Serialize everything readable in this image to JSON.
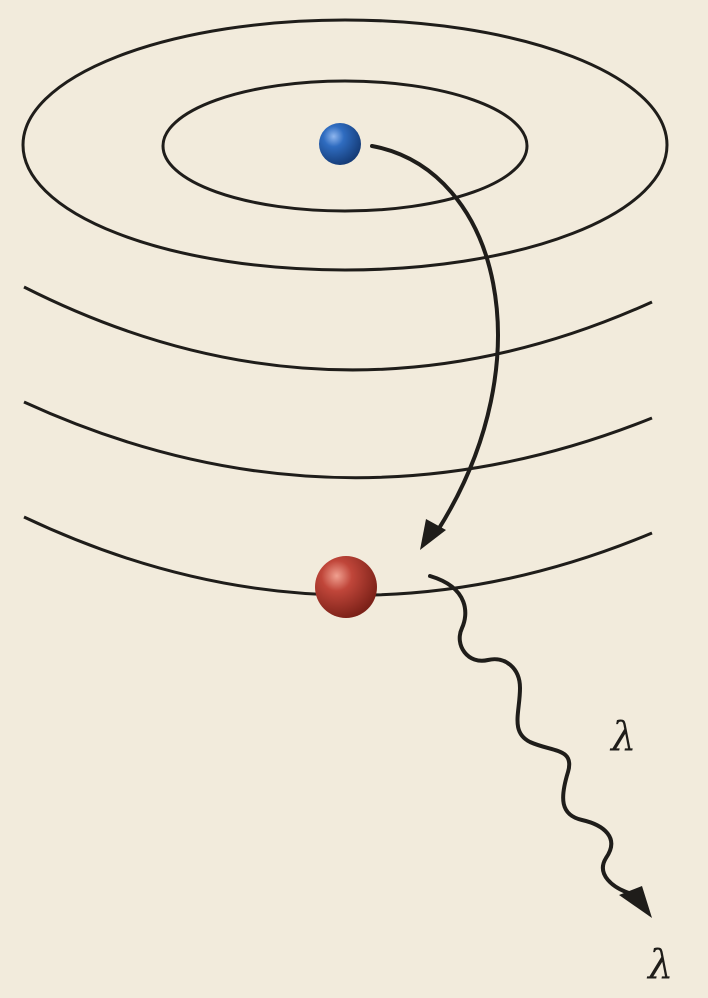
{
  "diagram": {
    "labels": {
      "wave_label_1": "λ",
      "wave_label_2": "λ"
    },
    "colors": {
      "background": "#f2ebdc",
      "lines": "#1f1d1a",
      "upper_particle": "#2a63b0",
      "lower_particle": "#b43a2c"
    },
    "icons": {
      "upper_particle": "blue-sphere",
      "lower_particle": "red-sphere",
      "transition": "curved-arrow",
      "emission": "wavy-arrow"
    }
  }
}
